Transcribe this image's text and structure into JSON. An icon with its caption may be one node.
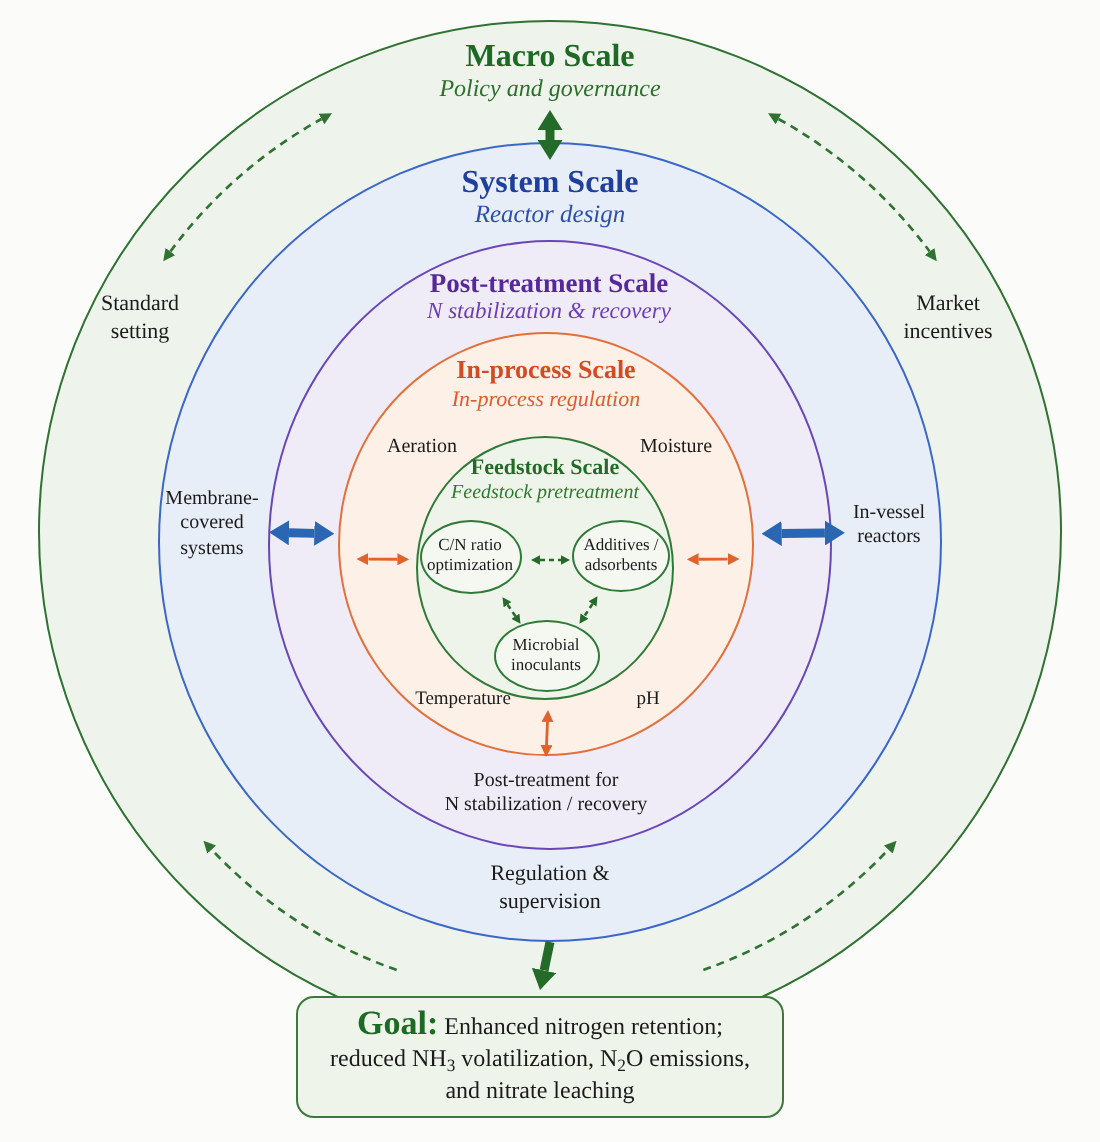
{
  "diagram": {
    "nodes": [
      {
        "text": [
          "Macro Scale",
          "Policy and governance"
        ]
      },
      {
        "text": [
          "System Scale",
          "Reactor design"
        ],
        "in": 0
      },
      {
        "text": [
          "Post-treatment Scale",
          "N stabilization & recovery"
        ],
        "in": 1
      },
      {
        "text": [
          "In-process Scale",
          "In-process regulation"
        ],
        "in": 2
      },
      {
        "text": [
          "Feedstock Scale",
          "Feedstock pretreatment"
        ],
        "in": 3
      },
      {
        "text": [
          "C/N ratio optimization"
        ],
        "in": 4
      },
      {
        "text": [
          "Additives / adsorbents"
        ],
        "in": 4
      },
      {
        "text": [
          "Microbial inoculants"
        ],
        "in": 4
      },
      {
        "text": [
          "Membrane-covered systems"
        ],
        "in": 1
      },
      {
        "text": [
          "In-vessel reactors"
        ],
        "in": 1
      },
      {
        "text": [
          "Post-treatment for N stabilization / recovery"
        ],
        "in": 2
      },
      {
        "text": [
          "**Goal:** Enhanced nitrogen retention; reduced NH$_{3}$ volatilization, N$_{2}$O emissions, and nitrate leaching"
        ]
      }
    ],
    "edges": [
      {
        "from": null,
        "to": 1,
        "arrow": "both",
        "style": "thick"
      },
      {
        "from": 8,
        "to": 3,
        "arrow": "both",
        "style": "thick",
        "color": "#2b66b3"
      },
      {
        "from": 9,
        "to": 3,
        "arrow": "both",
        "style": "thick",
        "color": "#2b66b3"
      },
      {
        "from": 3,
        "to": 4,
        "arrow": "both",
        "color": "#e0622c"
      },
      {
        "from": 3,
        "to": 4,
        "arrow": "both",
        "color": "#e0622c"
      },
      {
        "from": 4,
        "to": 10,
        "arrow": "both",
        "color": "#e0622c"
      },
      {
        "from": 5,
        "to": 6,
        "arrow": "both",
        "style": "dashed"
      },
      {
        "from": 5,
        "to": 7,
        "arrow": "both",
        "style": "dashed"
      },
      {
        "from": 6,
        "to": 7,
        "arrow": "both",
        "style": "dashed"
      },
      {
        "from": 1,
        "to": 11,
        "arrow": "to",
        "style": "thick"
      }
    ],
    "labels": [
      "Standard setting",
      "Market incentives",
      "Aeration",
      "Moisture",
      "Temperature",
      "pH",
      "Regulation & supervision"
    ]
  }
}
